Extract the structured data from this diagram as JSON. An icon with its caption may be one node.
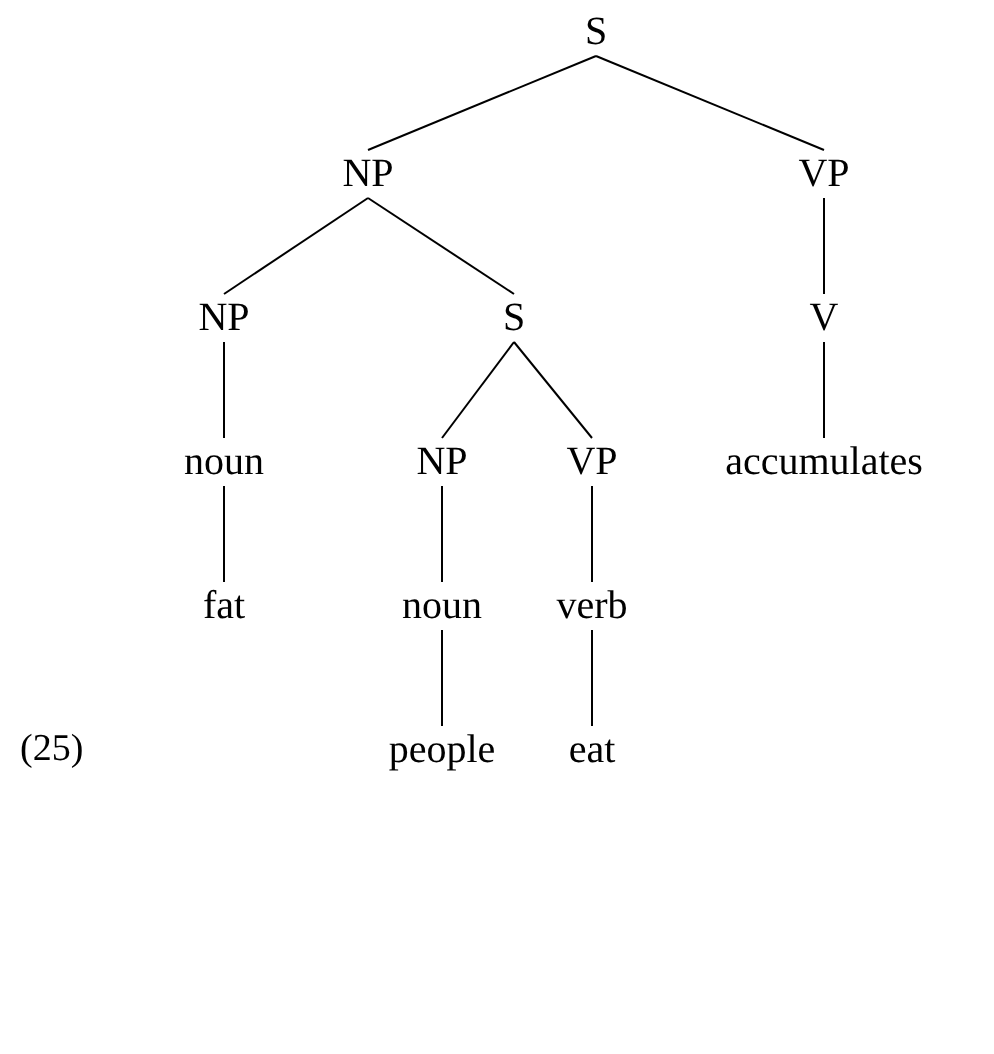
{
  "diagram": {
    "nodes": [
      {
        "text": [
          "S"
        ]
      },
      {
        "text": [
          "NP"
        ]
      },
      {
        "text": [
          "VP"
        ]
      },
      {
        "text": [
          "NP"
        ]
      },
      {
        "text": [
          "S"
        ]
      },
      {
        "text": [
          "V"
        ]
      },
      {
        "text": [
          "noun"
        ]
      },
      {
        "text": [
          "NP"
        ]
      },
      {
        "text": [
          "VP"
        ]
      },
      {
        "text": [
          "accumulates"
        ]
      },
      {
        "text": [
          "fat"
        ]
      },
      {
        "text": [
          "noun"
        ]
      },
      {
        "text": [
          "verb"
        ]
      },
      {
        "text": [
          "people"
        ]
      },
      {
        "text": [
          "eat"
        ]
      }
    ],
    "edges": [
      {
        "from": 0,
        "to": 1,
        "arrow": "none"
      },
      {
        "from": 0,
        "to": 2,
        "arrow": "none"
      },
      {
        "from": 1,
        "to": 3,
        "arrow": "none"
      },
      {
        "from": 1,
        "to": 4,
        "arrow": "none"
      },
      {
        "from": 2,
        "to": 5,
        "arrow": "none"
      },
      {
        "from": 3,
        "to": 6,
        "arrow": "none"
      },
      {
        "from": 4,
        "to": 7,
        "arrow": "none"
      },
      {
        "from": 4,
        "to": 8,
        "arrow": "none"
      },
      {
        "from": 5,
        "to": 9,
        "arrow": "none"
      },
      {
        "from": 6,
        "to": 10,
        "arrow": "none"
      },
      {
        "from": 7,
        "to": 11,
        "arrow": "none"
      },
      {
        "from": 8,
        "to": 12,
        "arrow": "none"
      },
      {
        "from": 11,
        "to": 13,
        "arrow": "none"
      },
      {
        "from": 12,
        "to": 14,
        "arrow": "none"
      }
    ],
    "labels": [
      "(25)"
    ]
  }
}
